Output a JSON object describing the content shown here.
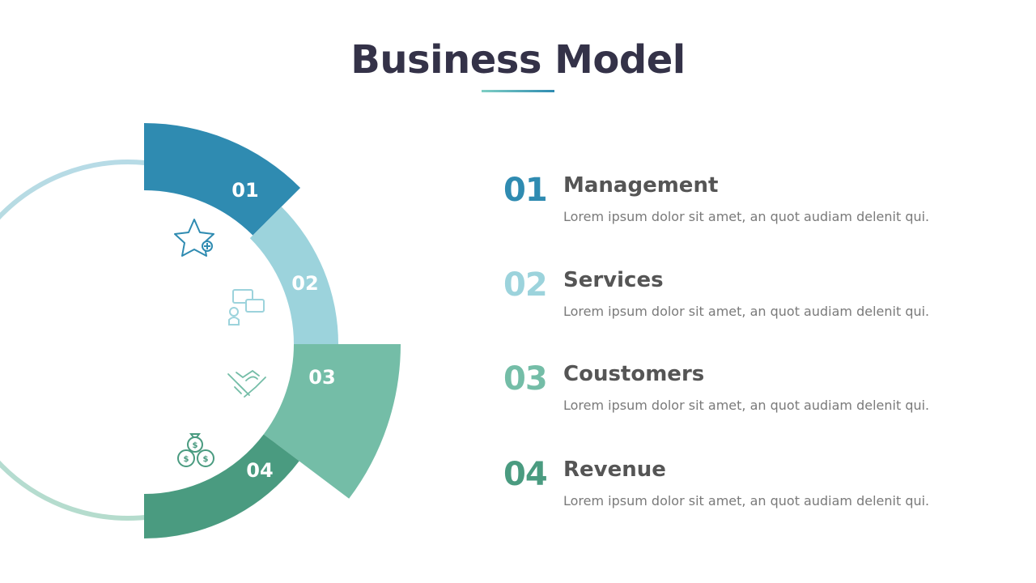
{
  "title": "Business Model",
  "colors": {
    "c1": "#2f8bb1",
    "c2": "#9cd3dc",
    "c3": "#74bda7",
    "c4": "#4a9b80",
    "title": "#343248"
  },
  "segments": [
    {
      "label": "01",
      "icon": "star-plus-icon"
    },
    {
      "label": "02",
      "icon": "chat-person-icon"
    },
    {
      "label": "03",
      "icon": "handshake-icon"
    },
    {
      "label": "04",
      "icon": "money-bags-icon"
    }
  ],
  "items": [
    {
      "number": "01",
      "heading": "Management",
      "text": "Lorem ipsum dolor sit amet, an quot audiam delenit qui."
    },
    {
      "number": "02",
      "heading": "Services",
      "text": "Lorem ipsum dolor sit amet, an quot audiam delenit qui."
    },
    {
      "number": "03",
      "heading": "Coustomers",
      "text": "Lorem ipsum dolor sit amet, an quot audiam delenit qui."
    },
    {
      "number": "04",
      "heading": "Revenue",
      "text": "Lorem ipsum dolor sit amet, an quot audiam delenit qui."
    }
  ]
}
